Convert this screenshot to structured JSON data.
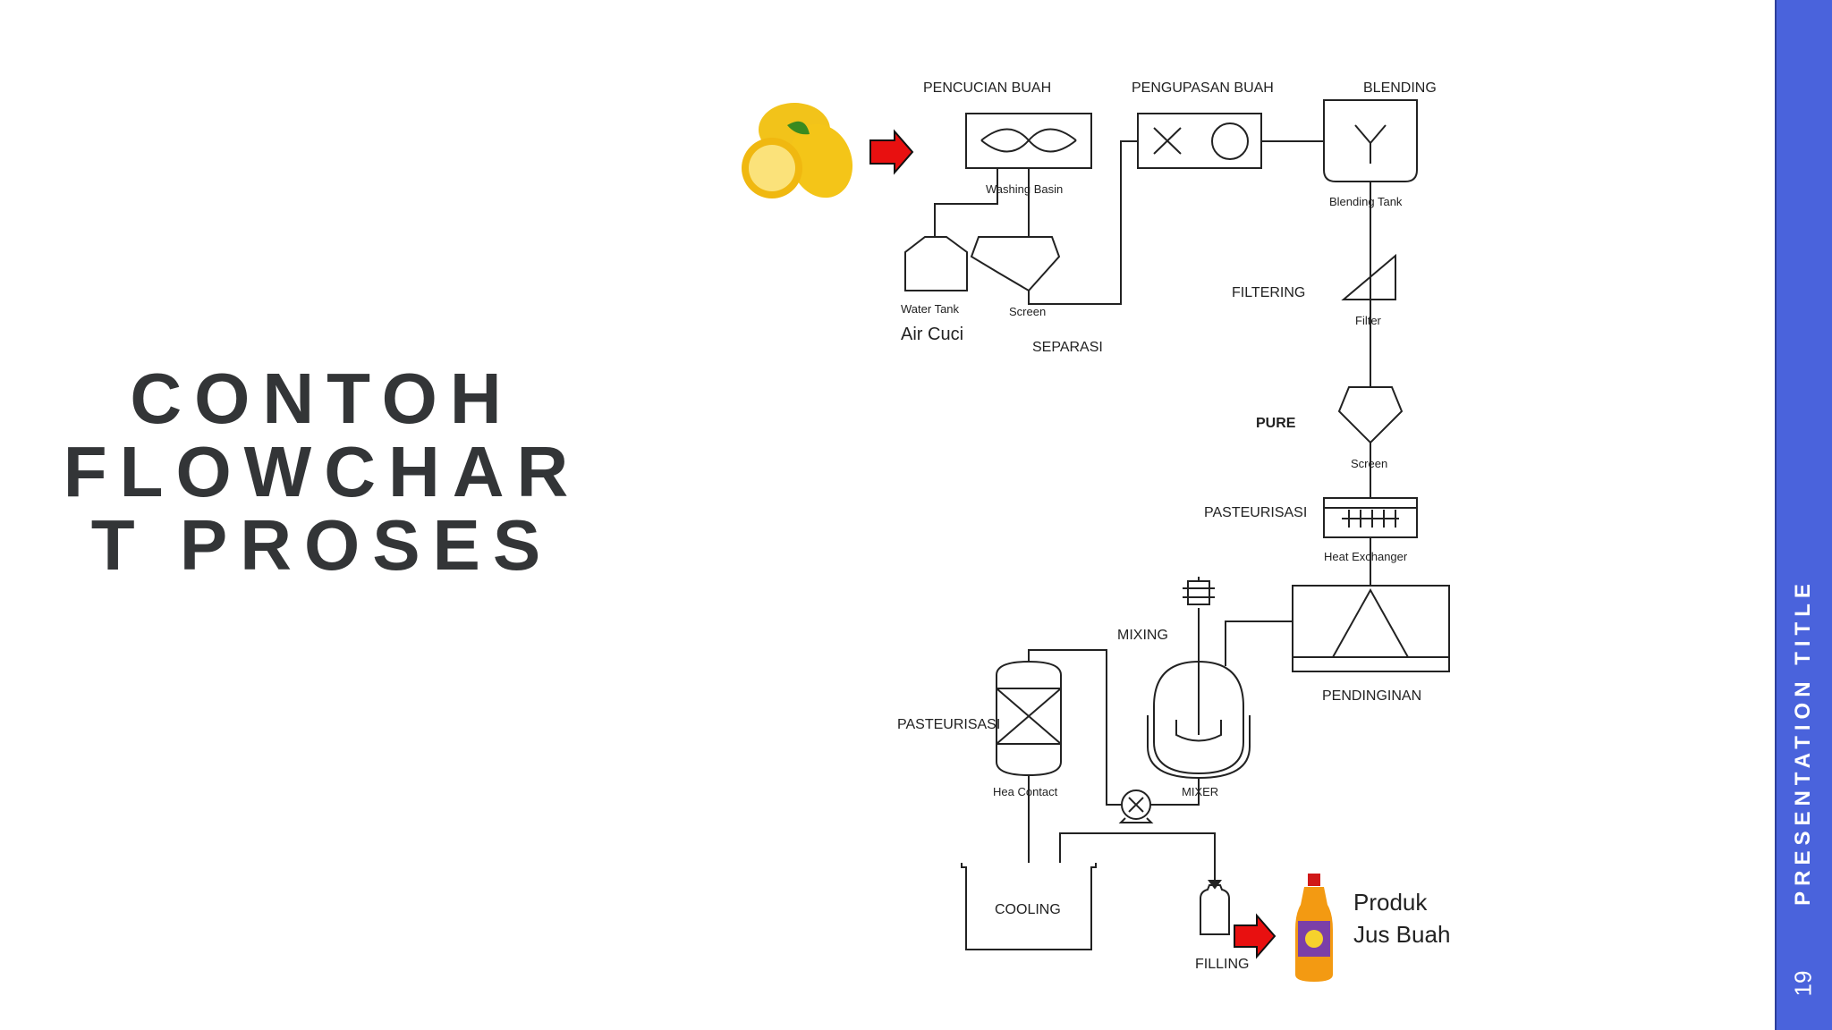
{
  "slide": {
    "title_lines": [
      "CONTOH",
      "FLOWCHAR",
      "T PROSES"
    ],
    "side_title": "PRESENTATION TITLE",
    "page_number": "19"
  },
  "diagram": {
    "stages": {
      "washing": "PENCUCIAN BUAH",
      "peeling": "PENGUPASAN BUAH",
      "blending": "BLENDING",
      "filtering": "FILTERING",
      "separation": "SEPARASI",
      "pure": "PURE",
      "pasteurization_top": "PASTEURISASI",
      "mixing": "MIXING",
      "cooling_stage": "PENDINGINAN",
      "pasteurization_bottom": "PASTEURISASI",
      "filling": "FILLING"
    },
    "equipment": {
      "washing_basin": "Washing Basin",
      "blending_tank": "Blending Tank",
      "water_tank": "Water Tank",
      "water_note": "Air Cuci",
      "screen_1": "Screen",
      "filter": "Filter",
      "screen_2": "Screen",
      "heat_exchanger": "Heat Exchanger",
      "heat_contact": "Hea Contact",
      "mixer": "MIXER",
      "cooling": "COOLING"
    },
    "product": {
      "line1": "Produk",
      "line2": "Jus Buah"
    },
    "colors": {
      "arrow": "#e81010",
      "line": "#222222",
      "accent_bar": "#4a63dc"
    }
  }
}
